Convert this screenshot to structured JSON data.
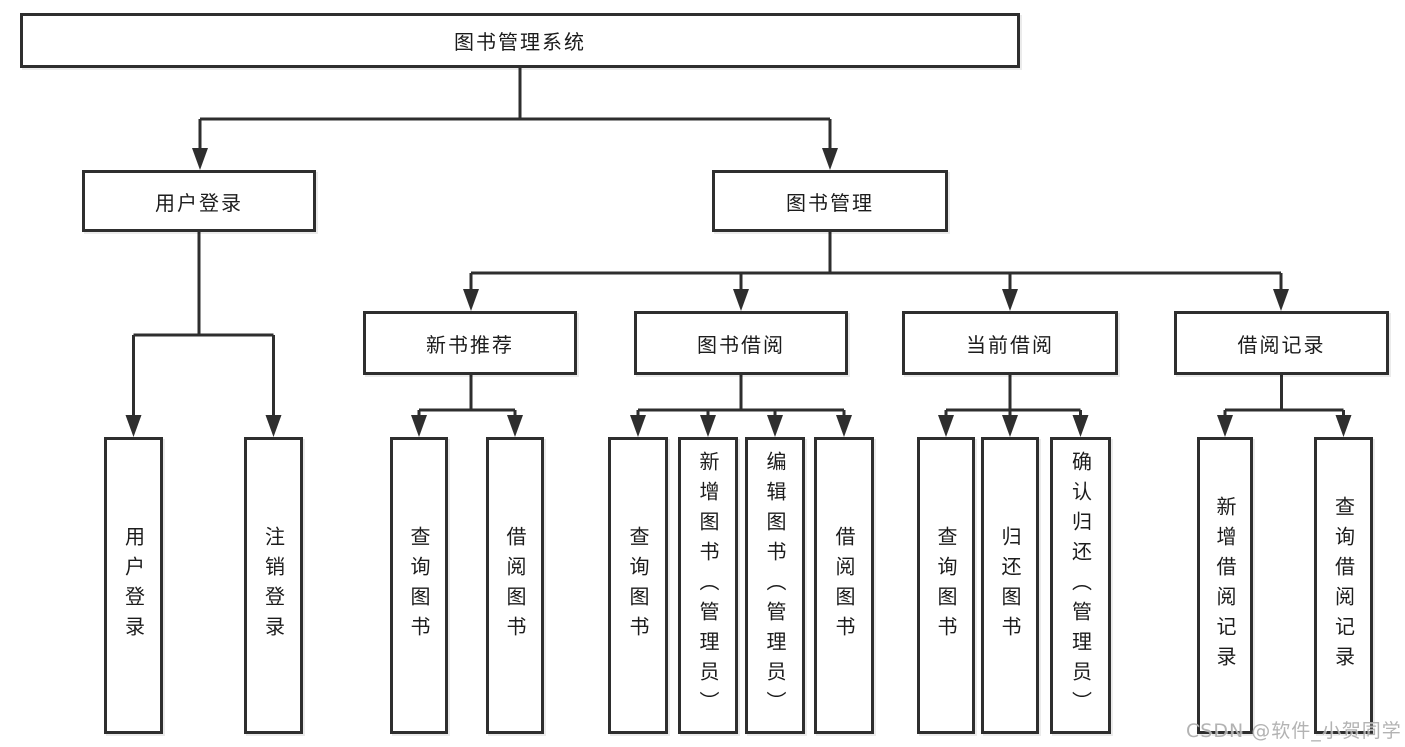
{
  "tree": {
    "root": {
      "label": "图书管理系统"
    },
    "branches": [
      {
        "label": "用户登录",
        "children": [
          {
            "label": "用户登录"
          },
          {
            "label": "注销登录"
          }
        ]
      },
      {
        "label": "图书管理",
        "children": [
          {
            "label": "新书推荐",
            "children": [
              {
                "label": "查询图书"
              },
              {
                "label": "借阅图书"
              }
            ]
          },
          {
            "label": "图书借阅",
            "children": [
              {
                "label": "查询图书"
              },
              {
                "label": "新增图书（管理员）"
              },
              {
                "label": "编辑图书（管理员）"
              },
              {
                "label": "借阅图书"
              }
            ]
          },
          {
            "label": "当前借阅",
            "children": [
              {
                "label": "查询图书"
              },
              {
                "label": "归还图书"
              },
              {
                "label": "确认归还（管理员）"
              }
            ]
          },
          {
            "label": "借阅记录",
            "children": [
              {
                "label": "新增借阅记录"
              },
              {
                "label": "查询借阅记录"
              }
            ]
          }
        ]
      }
    ]
  },
  "colors": {
    "line": "#2e2e2e",
    "box_border": "#2e2e2e",
    "text": "#1c1c1c",
    "watermark": "#adadad"
  },
  "watermark": {
    "text": "CSDN @软件_小贺同学"
  }
}
